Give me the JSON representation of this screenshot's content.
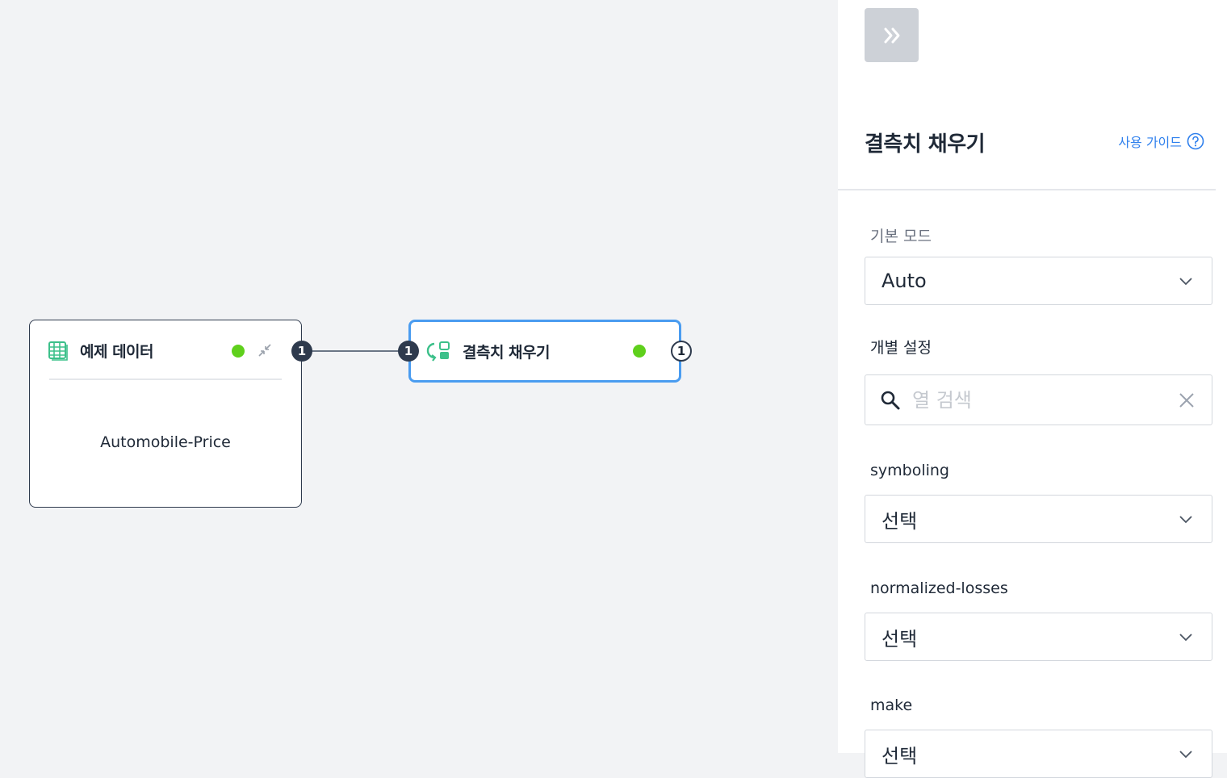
{
  "canvas": {
    "data_node": {
      "title": "예제 데이터",
      "subtitle": "Automobile-Price",
      "output_port": "1"
    },
    "fill_node": {
      "title": "결측치 채우기",
      "input_port": "1",
      "output_port": "1"
    }
  },
  "panel": {
    "title": "결측치 채우기",
    "guide_link": "사용 가이드",
    "basic_mode": {
      "label": "기본 모드",
      "value": "Auto"
    },
    "individual": {
      "label": "개별 설정",
      "search_placeholder": "열 검색"
    },
    "columns": [
      {
        "label": "symboling",
        "value": "선택"
      },
      {
        "label": "normalized-losses",
        "value": "선택"
      },
      {
        "label": "make",
        "value": "선택"
      }
    ]
  },
  "colors": {
    "status_ok": "#5fd01c",
    "selected_border": "#4a9cf0",
    "link": "#2f80ed",
    "node_icon": "#3cc08a"
  }
}
